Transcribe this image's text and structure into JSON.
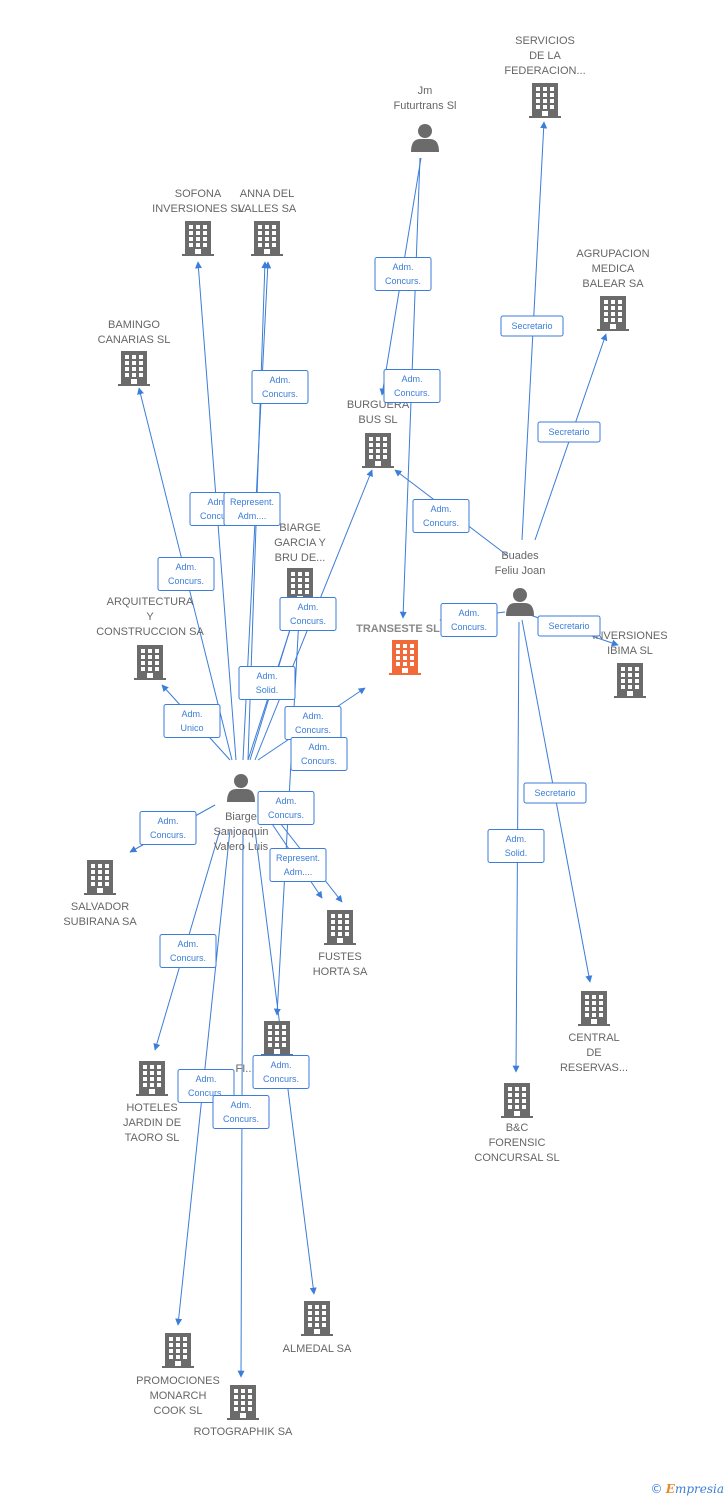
{
  "colors": {
    "edge": "#3b7dd8",
    "node": "#6b6b6b",
    "main": "#f06a3a"
  },
  "nodes": [
    {
      "id": "transeste",
      "type": "company",
      "main": true,
      "lines": [
        "TRANSESTE SL"
      ]
    },
    {
      "id": "jm",
      "type": "person",
      "lines": [
        "Jm",
        "Futurtrans Sl"
      ]
    },
    {
      "id": "servicios",
      "type": "company",
      "lines": [
        "SERVICIOS",
        "DE LA",
        "FEDERACION..."
      ]
    },
    {
      "id": "sofona",
      "type": "company",
      "lines": [
        "SOFONA",
        "INVERSIONES SL"
      ]
    },
    {
      "id": "anna",
      "type": "company",
      "lines": [
        "ANNA DEL",
        "VALLES SA"
      ]
    },
    {
      "id": "agrupacion",
      "type": "company",
      "lines": [
        "AGRUPACION",
        "MEDICA",
        "BALEAR SA"
      ]
    },
    {
      "id": "bamingo",
      "type": "company",
      "lines": [
        "BAMINGO",
        "CANARIAS SL"
      ]
    },
    {
      "id": "burguera",
      "type": "company",
      "lines": [
        "BURGUERA",
        "BUS SL"
      ]
    },
    {
      "id": "biarge_garcia",
      "type": "company",
      "lines": [
        "BIARGE",
        "GARCIA Y",
        "BRU DE..."
      ]
    },
    {
      "id": "buades",
      "type": "person",
      "lines": [
        "Buades",
        "Feliu Joan"
      ]
    },
    {
      "id": "arquitectura",
      "type": "company",
      "lines": [
        "ARQUITECTURA",
        "Y",
        "CONSTRUCCION SA"
      ]
    },
    {
      "id": "inversiones_ibima",
      "type": "company",
      "lines": [
        "INVERSIONES",
        "IBIMA SL"
      ]
    },
    {
      "id": "biarge_person",
      "type": "person",
      "lines": [
        "Biarge",
        "Sanjoaquin",
        "Valero Luis"
      ]
    },
    {
      "id": "salvador",
      "type": "company",
      "lines": [
        "SALVADOR",
        "SUBIRANA SA"
      ]
    },
    {
      "id": "fustes",
      "type": "company",
      "lines": [
        "FUSTES",
        "HORTA SA"
      ]
    },
    {
      "id": "central",
      "type": "company",
      "lines": [
        "CENTRAL",
        "DE",
        "RESERVAS..."
      ]
    },
    {
      "id": "fi",
      "type": "company",
      "lines": [
        "FI..."
      ]
    },
    {
      "id": "hoteles",
      "type": "company",
      "lines": [
        "HOTELES",
        "JARDIN DE",
        "TAORO SL"
      ]
    },
    {
      "id": "bc",
      "type": "company",
      "lines": [
        "B&C",
        "FORENSIC",
        "CONCURSAL SL"
      ]
    },
    {
      "id": "almedal",
      "type": "company",
      "lines": [
        "ALMEDAL SA"
      ]
    },
    {
      "id": "promociones",
      "type": "company",
      "lines": [
        "PROMOCIONES",
        "MONARCH",
        "COOK SL"
      ]
    },
    {
      "id": "rotographik",
      "type": "company",
      "lines": [
        "ROTOGRAPHIK SA"
      ]
    }
  ],
  "relations": [
    {
      "from": "jm",
      "to": "burguera",
      "lines": [
        "Adm.",
        "Concurs."
      ]
    },
    {
      "from": "jm",
      "to": "transeste",
      "lines": [
        "Adm.",
        "Concurs."
      ]
    },
    {
      "from": "buades",
      "to": "servicios",
      "lines": [
        "Secretario"
      ]
    },
    {
      "from": "buades",
      "to": "agrupacion",
      "lines": [
        "Secretario"
      ]
    },
    {
      "from": "buades",
      "to": "burguera",
      "lines": [
        "Adm.",
        "Concurs."
      ]
    },
    {
      "from": "buades",
      "to": "transeste",
      "lines": [
        "Adm.",
        "Concurs."
      ]
    },
    {
      "from": "buades",
      "to": "inversiones_ibima",
      "lines": [
        "Secretario"
      ]
    },
    {
      "from": "buades",
      "to": "central",
      "lines": [
        "Secretario"
      ]
    },
    {
      "from": "buades",
      "to": "bc",
      "lines": [
        "Adm.",
        "Solid."
      ]
    },
    {
      "from": "biarge_person",
      "to": "anna",
      "lines": [
        "Adm.",
        "Concurs."
      ]
    },
    {
      "from": "biarge_person",
      "to": "sofona",
      "lines": [
        "Adm.",
        "Concurs."
      ]
    },
    {
      "from": "biarge_person",
      "to": "anna",
      "lines": [
        "Represent.",
        "Adm...."
      ]
    },
    {
      "from": "biarge_person",
      "to": "bamingo",
      "lines": [
        "Adm.",
        "Concurs."
      ]
    },
    {
      "from": "biarge_person",
      "to": "biarge_garcia",
      "lines": [
        "Adm.",
        "Concurs."
      ]
    },
    {
      "from": "biarge_person",
      "to": "biarge_garcia",
      "lines": [
        "Adm.",
        "Solid."
      ]
    },
    {
      "from": "biarge_person",
      "to": "arquitectura",
      "lines": [
        "Adm.",
        "Unico"
      ]
    },
    {
      "from": "biarge_person",
      "to": "burguera",
      "lines": [
        "Adm.",
        "Concurs."
      ]
    },
    {
      "from": "biarge_person",
      "to": "transeste",
      "lines": [
        "Adm.",
        "Concurs."
      ]
    },
    {
      "from": "biarge_person",
      "to": "salvador",
      "lines": [
        "Adm.",
        "Concurs."
      ]
    },
    {
      "from": "biarge_person",
      "to": "fustes",
      "lines": [
        "Adm.",
        "Concurs."
      ]
    },
    {
      "from": "biarge_person",
      "to": "fustes",
      "lines": [
        "Represent.",
        "Adm...."
      ]
    },
    {
      "from": "biarge_person",
      "to": "hoteles",
      "lines": [
        "Adm.",
        "Concurs."
      ]
    },
    {
      "from": "biarge_person",
      "to": "promociones",
      "lines": [
        "Adm.",
        "Concurs."
      ]
    },
    {
      "from": "biarge_person",
      "to": "rotographik",
      "lines": [
        "Adm.",
        "Concurs."
      ]
    },
    {
      "from": "biarge_person",
      "to": "almedal",
      "lines": [
        "Adm.",
        "Concurs."
      ]
    }
  ],
  "footer": {
    "copyright": "©",
    "brand_e": "E",
    "brand_rest": "mpresia"
  }
}
